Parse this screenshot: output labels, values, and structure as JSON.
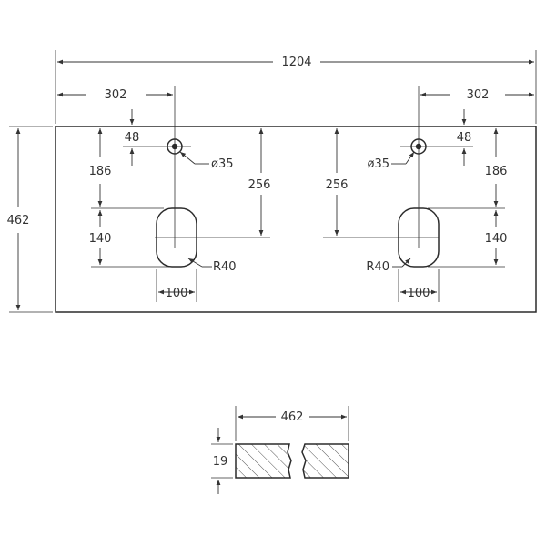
{
  "colors": {
    "line": "#2b2b2b",
    "background": "#ffffff",
    "hatch": "#555555"
  },
  "top_view": {
    "overall_width": "1204",
    "overall_depth": "462",
    "left": {
      "hole_offset_x": "302",
      "hole_offset_y": "48",
      "hole_diameter": "ø35",
      "bowl_top_offset": "186",
      "bowl_center_from_hole": "256",
      "bowl_length": "140",
      "bowl_width": "100",
      "corner_radius": "R40"
    },
    "right": {
      "hole_offset_x": "302",
      "hole_offset_y": "48",
      "hole_diameter": "ø35",
      "bowl_top_offset": "186",
      "bowl_center_from_hole": "256",
      "bowl_length": "140",
      "bowl_width": "100",
      "corner_radius": "R40"
    }
  },
  "section_view": {
    "depth": "462",
    "thickness": "19"
  }
}
